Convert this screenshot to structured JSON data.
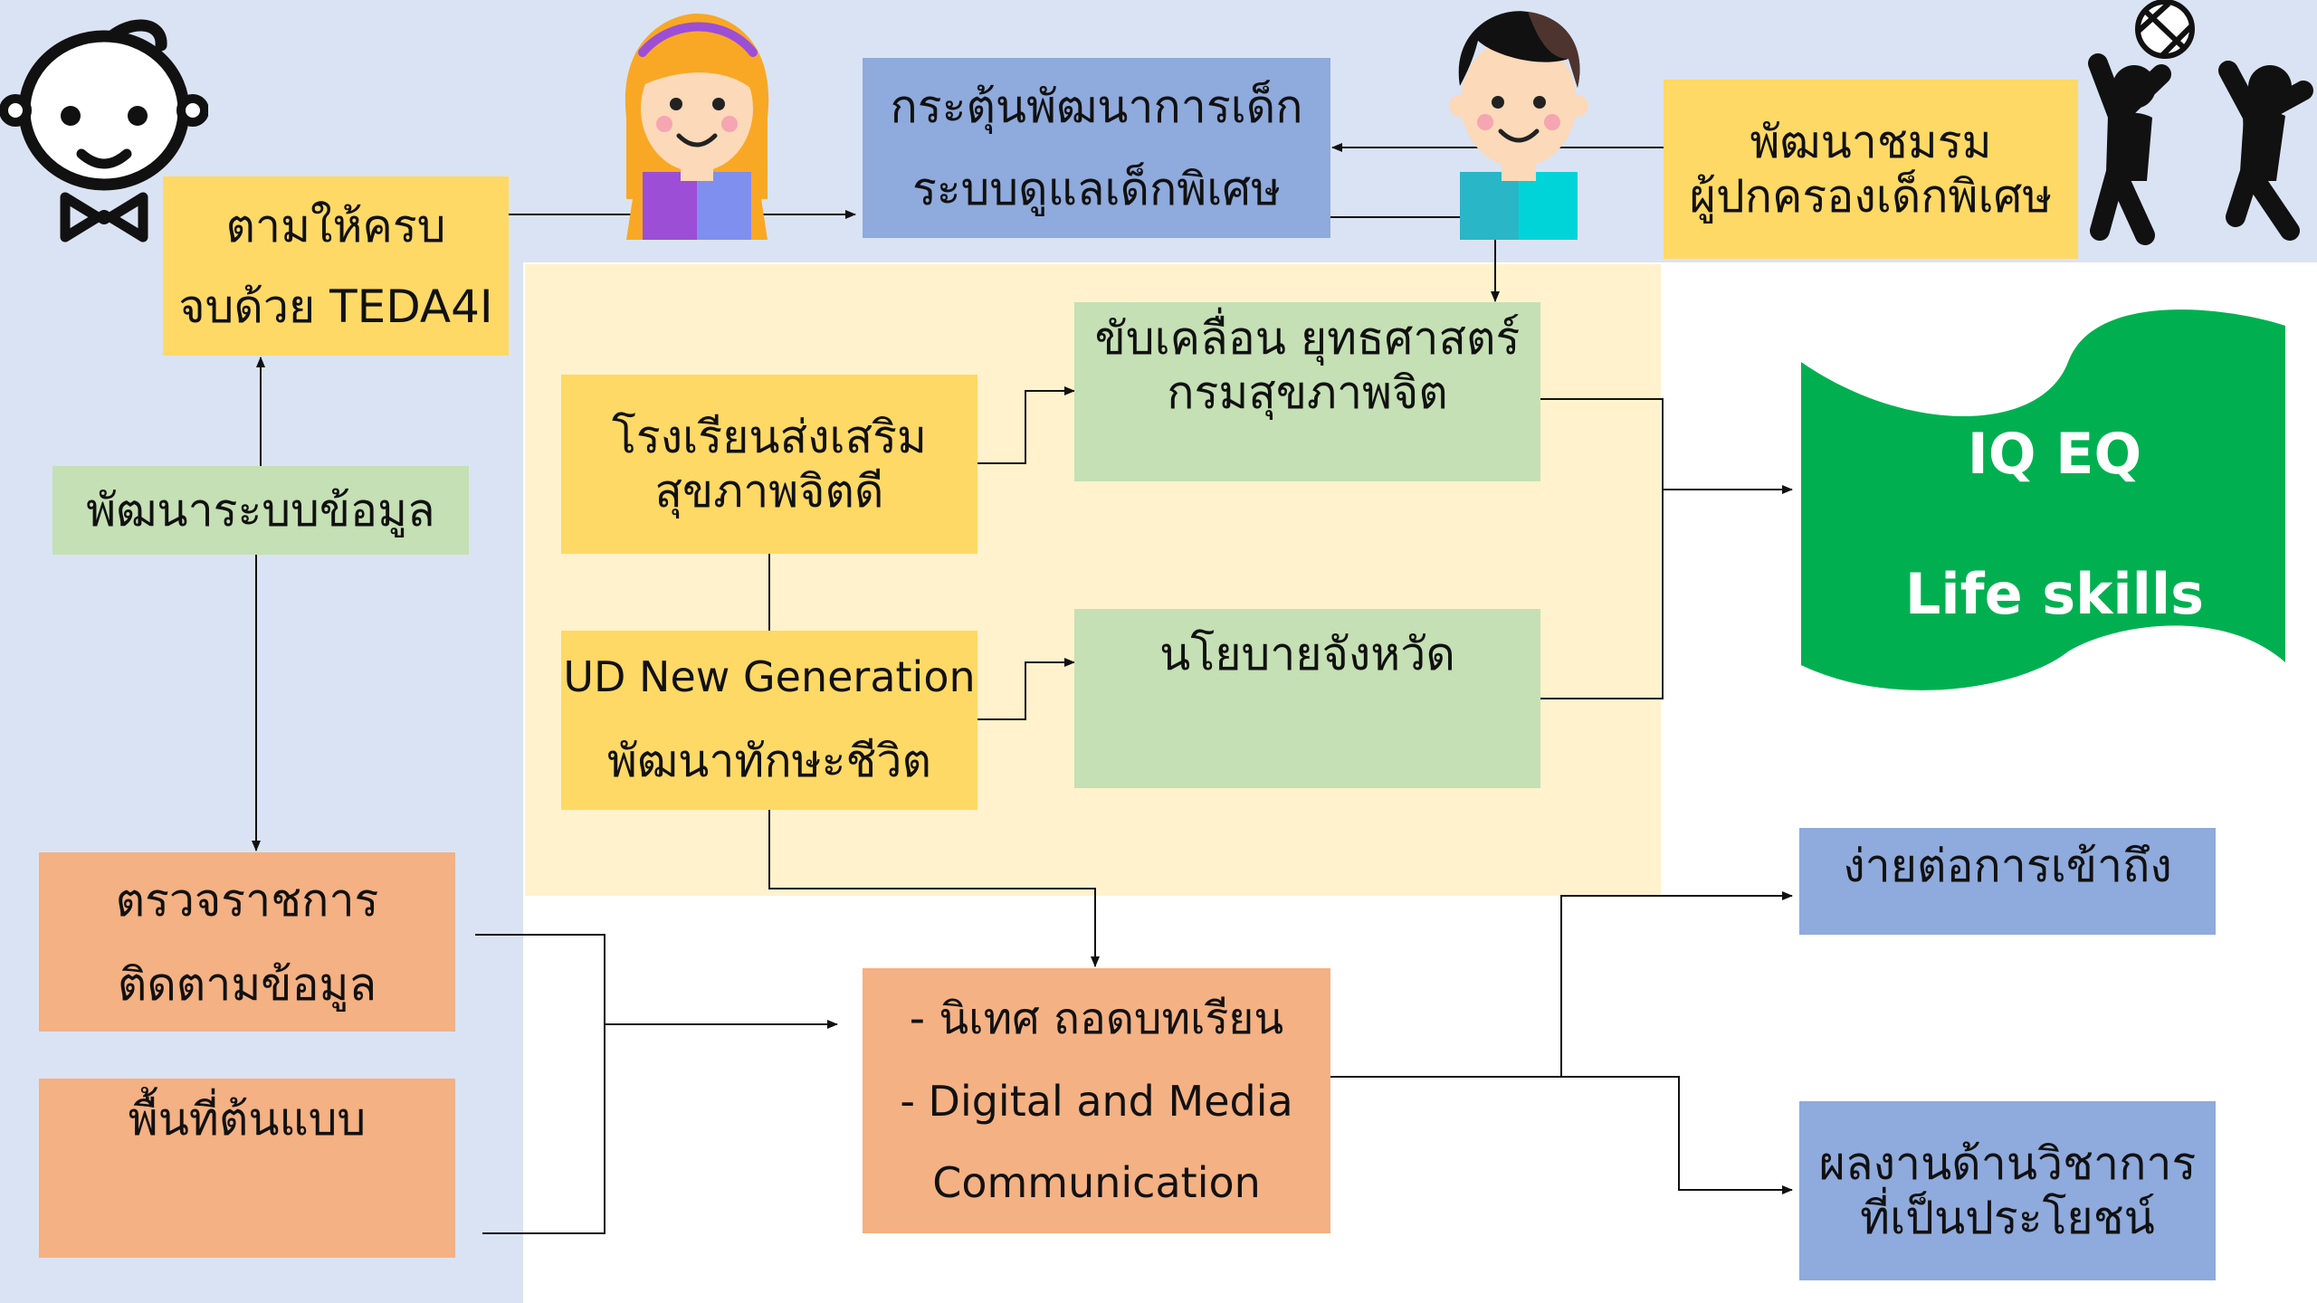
{
  "colors": {
    "panel_blue": "#dae3f3",
    "panel_yellow": "#fff2cc",
    "box_yellow": "#ffd966",
    "box_green": "#c5e0b4",
    "box_blue": "#8faadc",
    "box_orange": "#f4b183",
    "banner_green": "#00b050"
  },
  "icons": {
    "baby": "baby-face-icon",
    "girl": "girl-avatar-icon",
    "boy": "boy-avatar-icon",
    "kids": "kids-playing-ball-icon"
  },
  "nodes": {
    "follow": [
      "ตามให้ครบ",
      "จบด้วย TEDA4I"
    ],
    "develop_data": "พัฒนาระบบข้อมูล",
    "stimulate": [
      "กระตุ้นพัฒนาการเด็ก",
      "ระบบดูแลเด็กพิเศษ"
    ],
    "parent_club": [
      "พัฒนาชมรม",
      "ผู้ปกครองเด็กพิเศษ"
    ],
    "drive_strategy": [
      "ขับเคลื่อน ยุทธศาสตร์",
      "กรมสุขภาพจิต"
    ],
    "school": [
      "โรงเรียนส่งเสริม",
      "สุขภาพจิตดี"
    ],
    "ud": [
      "UD New Generation",
      "พัฒนาทักษะชีวิต"
    ],
    "provincial_policy": "นโยบายจังหวัด",
    "inspection": [
      "ตรวจราชการ",
      "ติดตามข้อมูล"
    ],
    "pilot_area": "พื้นที่ต้นแบบ",
    "supervision": [
      "- นิเทศ ถอดบทเรียน",
      "- Digital and Media",
      "Communication"
    ],
    "easy_access": "ง่ายต่อการเข้าถึง",
    "academic_work": [
      "ผลงานด้านวิชาการ",
      "ที่เป็นประโยชน์"
    ],
    "outcome": [
      "IQ EQ",
      "Life skills"
    ]
  }
}
